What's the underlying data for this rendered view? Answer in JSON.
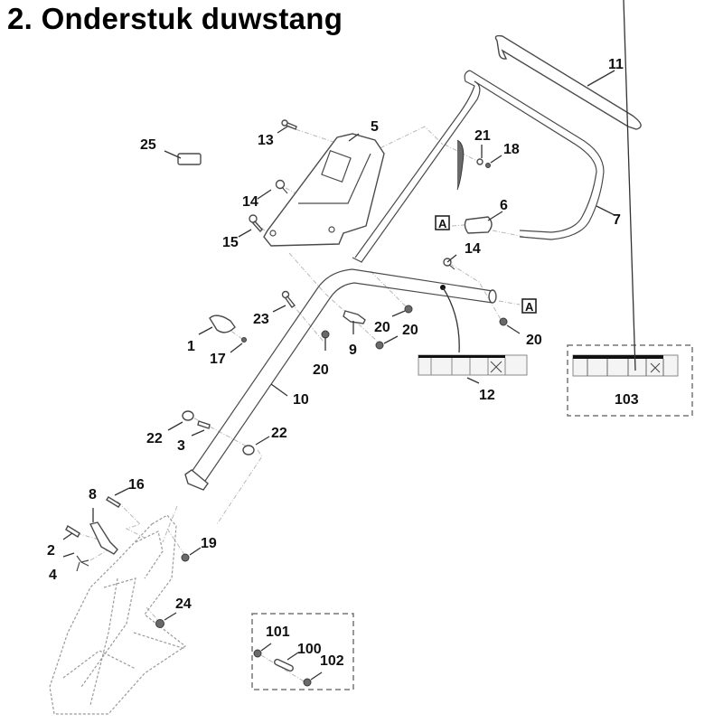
{
  "page": {
    "title": "2. Onderstuk duwstang"
  },
  "reference_marker": "A",
  "callouts": [
    {
      "id": "1",
      "label": "1",
      "part": "knob"
    },
    {
      "id": "2",
      "label": "2",
      "part": "pin"
    },
    {
      "id": "3",
      "label": "3",
      "part": "pin"
    },
    {
      "id": "4",
      "label": "4",
      "part": "spring-clip"
    },
    {
      "id": "5",
      "label": "5",
      "part": "cover-plate"
    },
    {
      "id": "6",
      "label": "6",
      "part": "sleeve"
    },
    {
      "id": "7",
      "label": "7",
      "part": "upper-handle"
    },
    {
      "id": "8",
      "label": "8",
      "part": "lever"
    },
    {
      "id": "9",
      "label": "9",
      "part": "clamp"
    },
    {
      "id": "10",
      "label": "10",
      "part": "lower-handle"
    },
    {
      "id": "11",
      "label": "11",
      "part": "grip"
    },
    {
      "id": "12",
      "label": "12",
      "part": "decal"
    },
    {
      "id": "13",
      "label": "13",
      "part": "screw"
    },
    {
      "id": "14a",
      "label": "14",
      "part": "bolt"
    },
    {
      "id": "14b",
      "label": "14",
      "part": "bolt"
    },
    {
      "id": "15",
      "label": "15",
      "part": "bolt"
    },
    {
      "id": "16",
      "label": "16",
      "part": "pin"
    },
    {
      "id": "17",
      "label": "17",
      "part": "screw"
    },
    {
      "id": "18",
      "label": "18",
      "part": "nut"
    },
    {
      "id": "19",
      "label": "19",
      "part": "nut"
    },
    {
      "id": "20a",
      "label": "20",
      "part": "nut"
    },
    {
      "id": "20b",
      "label": "20",
      "part": "nut"
    },
    {
      "id": "20c",
      "label": "20",
      "part": "nut"
    },
    {
      "id": "20d",
      "label": "20",
      "part": "nut"
    },
    {
      "id": "21",
      "label": "21",
      "part": "washer"
    },
    {
      "id": "22a",
      "label": "22",
      "part": "washer"
    },
    {
      "id": "22b",
      "label": "22",
      "part": "washer"
    },
    {
      "id": "23",
      "label": "23",
      "part": "bolt"
    },
    {
      "id": "24",
      "label": "24",
      "part": "nut"
    },
    {
      "id": "25",
      "label": "25",
      "part": "label"
    },
    {
      "id": "100",
      "label": "100",
      "part": "bolt"
    },
    {
      "id": "101",
      "label": "101",
      "part": "nut"
    },
    {
      "id": "102",
      "label": "102",
      "part": "nut"
    },
    {
      "id": "103",
      "label": "103",
      "part": "decal-kit"
    }
  ]
}
